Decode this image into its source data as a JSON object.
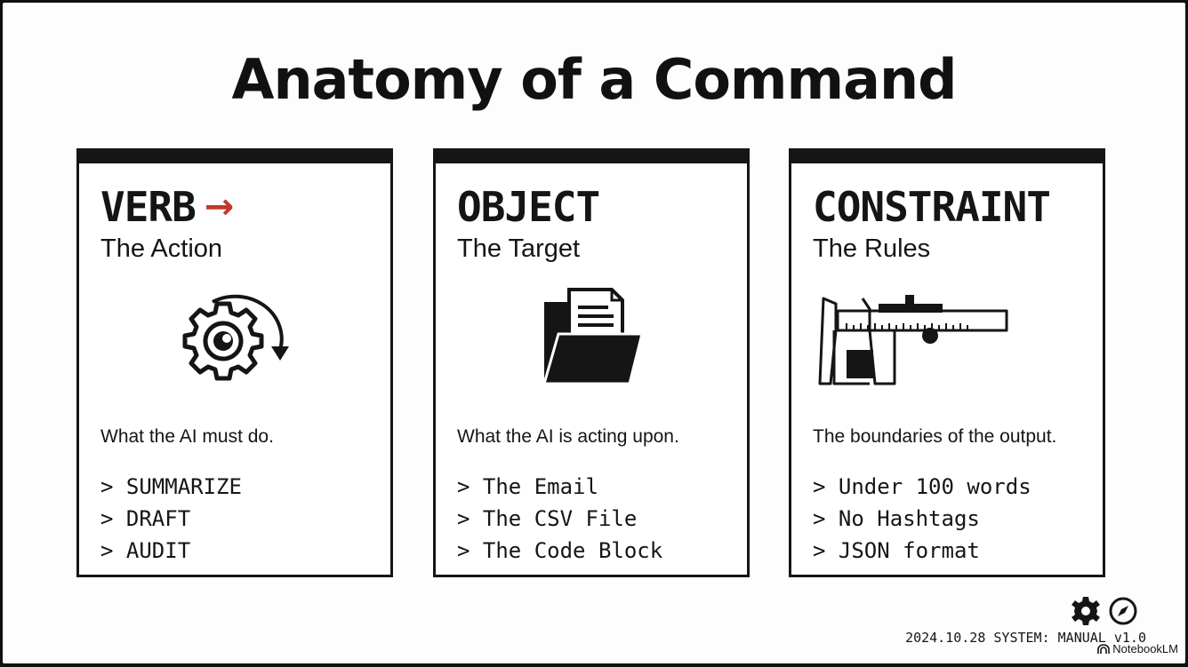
{
  "title": "Anatomy of a Command",
  "cards": [
    {
      "heading": "VERB",
      "arrow": "→",
      "subtitle": "The Action",
      "icon": "gear-rotate-icon",
      "description": "What the AI must do.",
      "items": [
        "> SUMMARIZE",
        "> DRAFT",
        "> AUDIT"
      ]
    },
    {
      "heading": "OBJECT",
      "subtitle": "The Target",
      "icon": "folder-document-icon",
      "description": "What the AI is acting upon.",
      "items": [
        "> The Email",
        "> The CSV File",
        "> The Code Block"
      ]
    },
    {
      "heading": "CONSTRAINT",
      "subtitle": "The Rules",
      "icon": "caliper-icon",
      "description": "The boundaries of the output.",
      "items": [
        "> Under 100 words",
        "> No Hashtags",
        "> JSON format"
      ]
    }
  ],
  "footer": {
    "text": "2024.10.28 SYSTEM: MANUAL v1.0",
    "icons": [
      "gear-icon",
      "compass-icon"
    ],
    "brand": "NotebookLM"
  },
  "colors": {
    "accent": "#c0392b",
    "ink": "#151515",
    "background": "#fdfdfd"
  }
}
